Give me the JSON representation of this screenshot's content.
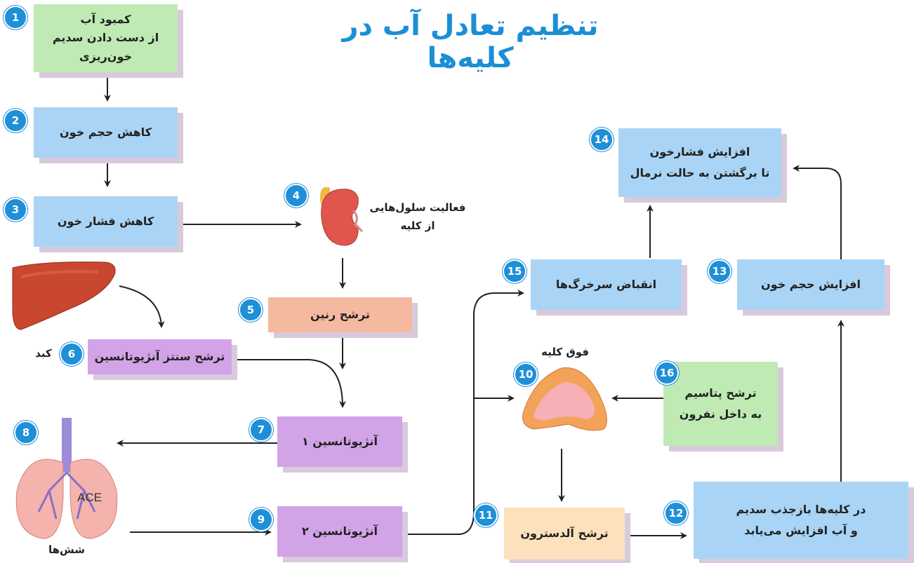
{
  "title": "تنظیم تعادل آب در کلیه‌ها",
  "steps": {
    "s1": {
      "num": "1",
      "line1": "کمبود آب",
      "line2": "از دست دادن سدیم",
      "line3": "خون‌ریزی"
    },
    "s2": {
      "num": "2",
      "text": "کاهش حجم خون"
    },
    "s3": {
      "num": "3",
      "text": "کاهش فشار خون"
    },
    "s4": {
      "num": "4",
      "line1": "فعالیت سلول‌هایی",
      "line2": "از کلیه"
    },
    "s5": {
      "num": "5",
      "text": "ترشح رنین"
    },
    "s6": {
      "num": "6",
      "text": "ترشح سنتز آنژیوتانسین",
      "side_label": "کبد"
    },
    "s7": {
      "num": "7",
      "text": "آنژیوتانسین ۱"
    },
    "s8": {
      "num": "8",
      "label": "شش‌ها",
      "ace": "ACE"
    },
    "s9": {
      "num": "9",
      "text": "آنژیوتانسین ۲"
    },
    "s10": {
      "num": "10",
      "label": "فوق کلیه"
    },
    "s11": {
      "num": "11",
      "text": "ترشح آلدسترون"
    },
    "s12": {
      "num": "12",
      "line1": "در کلیه‌ها بازجذب سدیم",
      "line2": "و آب افزایش می‌یابد"
    },
    "s13": {
      "num": "13",
      "text": "افزایش حجم خون"
    },
    "s14": {
      "num": "14",
      "line1": "افزایش فشارخون",
      "line2": "تا برگشتن به حالت نرمال"
    },
    "s15": {
      "num": "15",
      "text": "انقباض سرخرگ‌ها"
    },
    "s16": {
      "num": "16",
      "line1": "ترشح پتاسیم",
      "line2": "به داخل نفرون"
    }
  },
  "colors": {
    "title": "#1a8fd6",
    "blue_box": "#a9d4f5",
    "green_box": "#bfeab4",
    "purple_box": "#d2a3e6",
    "salmon_box": "#f5b9a0",
    "peach_box": "#fde1bc",
    "number_badge": "#1f8fd8",
    "arrow": "#222222"
  }
}
